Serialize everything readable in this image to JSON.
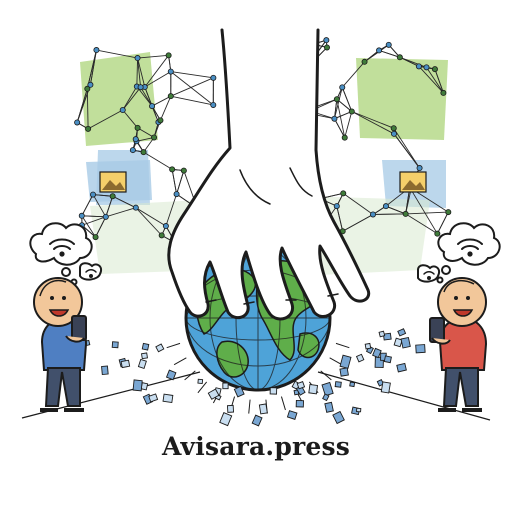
{
  "caption": "Avisara.press",
  "colors": {
    "ink": "#1c1c1c",
    "ocean": "#4ea3d8",
    "land": "#5fae4a",
    "network_panel": "#a9d27a",
    "photo_panel": "#b7d4ea",
    "skin": "#f2c79a",
    "left_shirt": "#4f7fc2",
    "right_shirt": "#d9564a",
    "pants": "#41506b",
    "data_block": "#7aa7d3"
  },
  "scene": {
    "hand": "hand-grabbing-globe",
    "globe": "earth-globe",
    "network": "node-network",
    "people": [
      {
        "side": "left",
        "icon": "smiling-person-with-phone",
        "bubble": "wifi-icon"
      },
      {
        "side": "right",
        "icon": "smiling-person-with-phone",
        "bubble": "wifi-icon"
      }
    ],
    "debris": "falling-data-blocks"
  }
}
